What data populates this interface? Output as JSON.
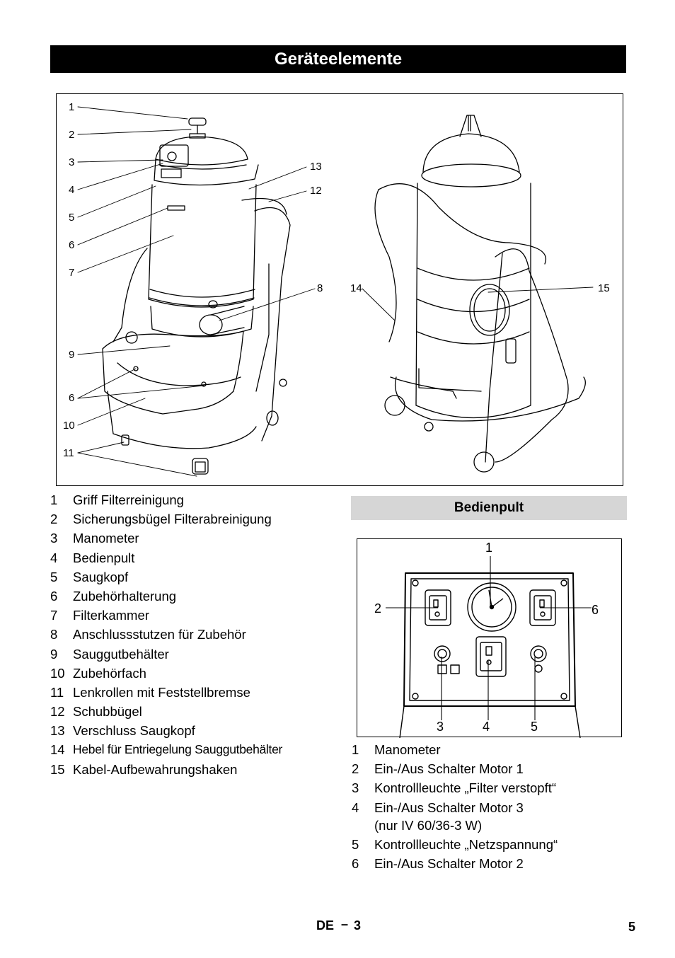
{
  "page": {
    "title": "Geräteelemente",
    "footer": {
      "lang": "DE",
      "dash": "–",
      "subpage": "3",
      "page_number": "5"
    }
  },
  "main_figure": {
    "callouts": [
      "1",
      "2",
      "3",
      "4",
      "5",
      "6",
      "7",
      "6",
      "9",
      "10",
      "11",
      "13",
      "12",
      "8",
      "14",
      "15"
    ]
  },
  "device_legend": [
    {
      "num": "1",
      "label": "Griff Filterreinigung"
    },
    {
      "num": "2",
      "label": "Sicherungsbügel Filterabreinigung"
    },
    {
      "num": "3",
      "label": "Manometer"
    },
    {
      "num": "4",
      "label": "Bedienpult"
    },
    {
      "num": "5",
      "label": "Saugkopf"
    },
    {
      "num": "6",
      "label": "Zubehörhalterung"
    },
    {
      "num": "7",
      "label": "Filterkammer"
    },
    {
      "num": "8",
      "label": "Anschlussstutzen für Zubehör"
    },
    {
      "num": "9",
      "label": "Sauggutbehälter"
    },
    {
      "num": "10",
      "label": "Zubehörfach"
    },
    {
      "num": "11",
      "label": "Lenkrollen mit Feststellbremse"
    },
    {
      "num": "12",
      "label": "Schubbügel"
    },
    {
      "num": "13",
      "label": "Verschluss Saugkopf"
    },
    {
      "num": "14",
      "label": "Hebel für Entriegelung Sauggutbehälter"
    },
    {
      "num": "15",
      "label": "Kabel-Aufbewahrungshaken"
    }
  ],
  "panel_section": {
    "heading": "Bedienpult",
    "callouts": [
      "1",
      "2",
      "6",
      "3",
      "4",
      "5"
    ],
    "legend": [
      {
        "num": "1",
        "label": "Manometer"
      },
      {
        "num": "2",
        "label": "Ein-/Aus Schalter Motor 1"
      },
      {
        "num": "3",
        "label": "Kontrollleuchte „Filter verstopft“"
      },
      {
        "num": "4",
        "label_line1": "Ein-/Aus Schalter Motor 3",
        "label_line2": "(nur IV 60/36-3 W)"
      },
      {
        "num": "5",
        "label": "Kontrollleuchte „Netzspannung“"
      },
      {
        "num": "6",
        "label": "Ein-/Aus Schalter Motor 2"
      }
    ]
  }
}
